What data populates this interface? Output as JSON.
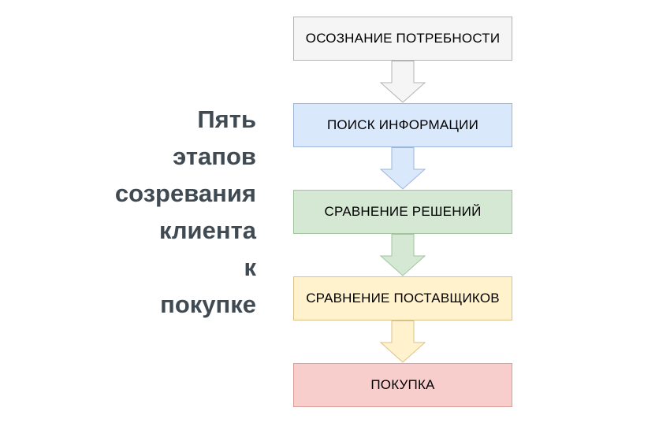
{
  "title": {
    "text": "Пять этапов созревания клиента к покупке",
    "lines": [
      "Пять",
      "этапов",
      "созревания",
      "клиента",
      "к",
      "покупке"
    ],
    "color": "#3f4a52"
  },
  "diagram": {
    "type": "flowchart-vertical",
    "stages": [
      {
        "label": "ОСОЗНАНИЕ ПОТРЕБНОСТИ",
        "fill": "#f5f5f5",
        "stroke": "#b3b3b3"
      },
      {
        "label": "ПОИСК ИНФОРМАЦИИ",
        "fill": "#dae8fc",
        "stroke": "#9cb5da"
      },
      {
        "label": "СРАВНЕНИЕ РЕШЕНИЙ",
        "fill": "#d5e8d4",
        "stroke": "#9fc69b"
      },
      {
        "label": "СРАВНЕНИЕ ПОСТАВЩИКОВ",
        "fill": "#fff2cc",
        "stroke": "#ddc184"
      },
      {
        "label": "ПОКУПКА",
        "fill": "#f8cecc",
        "stroke": "#d79d97"
      }
    ],
    "arrow_direction": "down"
  }
}
